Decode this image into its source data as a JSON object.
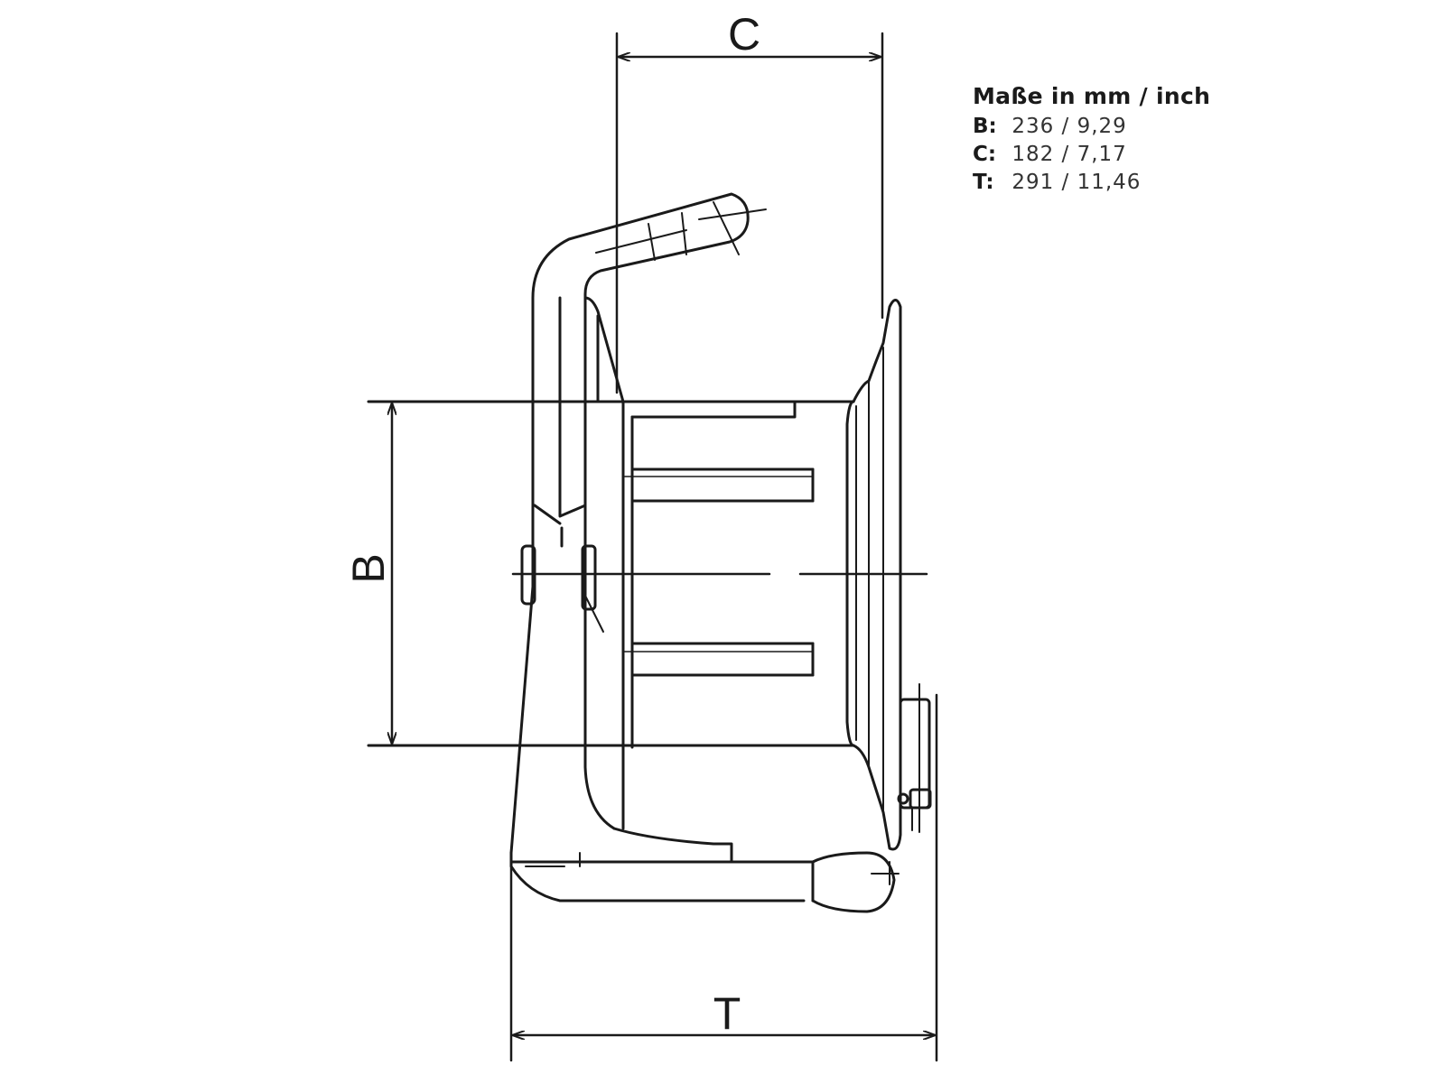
{
  "drawing": {
    "labels": {
      "c": "C",
      "b": "B",
      "t": "T"
    }
  },
  "legend": {
    "title": "Maße in mm / inch",
    "rows": [
      {
        "key": "B:",
        "value": "236 / 9,29"
      },
      {
        "key": "C:",
        "value": "182 / 7,17"
      },
      {
        "key": "T:",
        "value": "291 / 11,46"
      }
    ]
  },
  "colors": {
    "line": "#1a1a1a",
    "background": "#ffffff"
  }
}
